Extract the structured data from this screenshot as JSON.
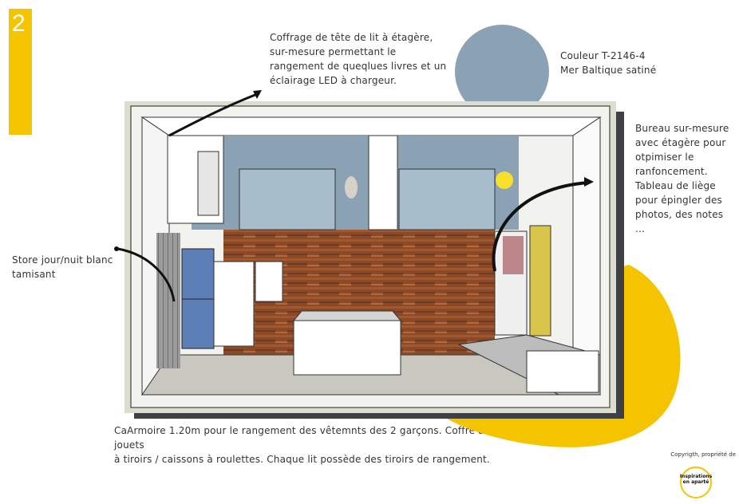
{
  "badge": {
    "number": "2",
    "color": "#f5c400"
  },
  "notes": {
    "coffrage": "Coffrage de tête de lit à étagère,\nsur-mesure permettant le\nrangement de queqlues livres et un\néclairage LED à chargeur.",
    "couleur": "Couleur T-2146-4\nMer Baltique satiné",
    "bureau": "Bureau sur-mesure\navec étagère pour\notpimiser le\nranfoncement.\nTableau de liège\npour épingler des\nphotos, des notes ...",
    "store": "Store jour/nuit blanc\ntamisant",
    "armoire": "CaArmoire 1.20m pour le rangement des vêtemnts des 2 garçons. Coffre à jouets\nà tiroirs / caissons à roulettes. Chaque lit possède des tiroirs de rangement."
  },
  "swatch_color": "#8aa2b4",
  "accent_color": "#f5c400",
  "floor_color": "#8a4a2a",
  "copyright": "Copyrigth, propriété de",
  "logo_text": "Inspirations\nen aparté"
}
